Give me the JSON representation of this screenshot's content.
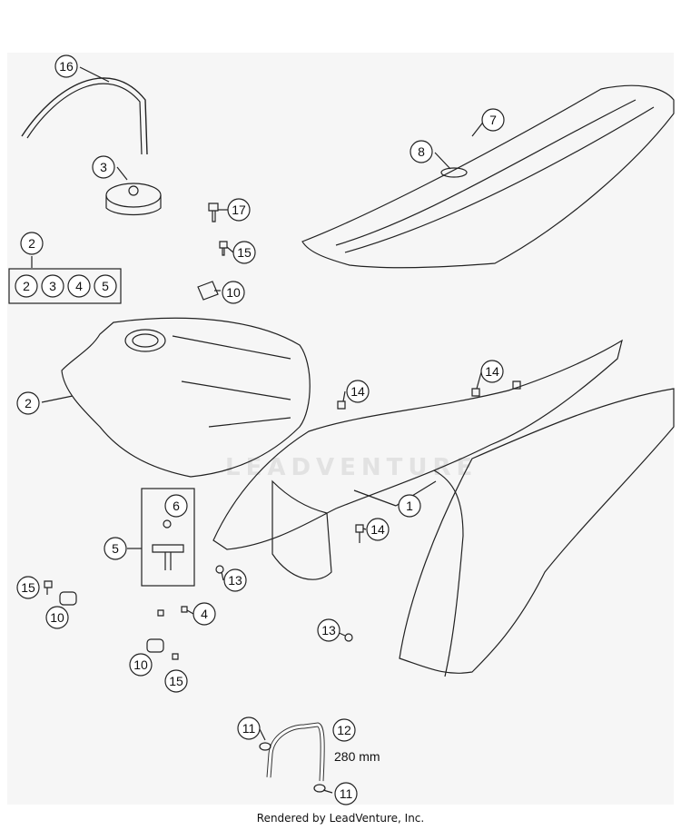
{
  "diagram": {
    "callouts": [
      {
        "id": "c16",
        "label": "16"
      },
      {
        "id": "c3",
        "label": "3"
      },
      {
        "id": "c7",
        "label": "7"
      },
      {
        "id": "c8",
        "label": "8"
      },
      {
        "id": "c17",
        "label": "17"
      },
      {
        "id": "c15a",
        "label": "15"
      },
      {
        "id": "c2top",
        "label": "2"
      },
      {
        "id": "c10a",
        "label": "10"
      },
      {
        "id": "c14a",
        "label": "14"
      },
      {
        "id": "c2b",
        "label": "2"
      },
      {
        "id": "c14b",
        "label": "14"
      },
      {
        "id": "c6",
        "label": "6"
      },
      {
        "id": "c1",
        "label": "1"
      },
      {
        "id": "c5",
        "label": "5"
      },
      {
        "id": "c14c",
        "label": "14"
      },
      {
        "id": "c13a",
        "label": "13"
      },
      {
        "id": "c15b",
        "label": "15"
      },
      {
        "id": "c4",
        "label": "4"
      },
      {
        "id": "c10b",
        "label": "10"
      },
      {
        "id": "c13b",
        "label": "13"
      },
      {
        "id": "c10c",
        "label": "10"
      },
      {
        "id": "c15c",
        "label": "15"
      },
      {
        "id": "c11a",
        "label": "11"
      },
      {
        "id": "c12",
        "label": "12"
      },
      {
        "id": "c11b",
        "label": "11"
      }
    ],
    "kit_box": [
      "2",
      "3",
      "4",
      "5"
    ],
    "hose_length": "280 mm",
    "watermark": "LEADVENTURE"
  },
  "footer": "Rendered by LeadVenture, Inc."
}
